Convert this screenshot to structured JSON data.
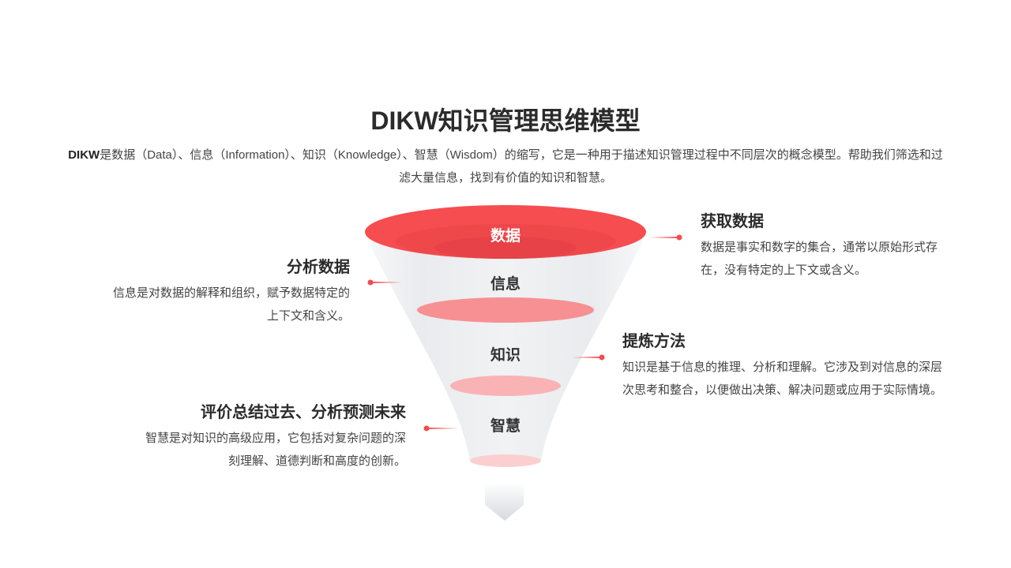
{
  "title": "DIKW知识管理思维模型",
  "description": {
    "bold": "DIKW",
    "text": "是数据（Data）、信息（Information）、知识（Knowledge）、智慧（Wisdom）的缩写，它是一种用于描述知识管理过程中不同层次的概念模型。帮助我们筛选和过滤大量信息，找到有价值的知识和智慧。"
  },
  "funnel": {
    "levels": [
      "数据",
      "信息",
      "知识",
      "智慧"
    ],
    "colors": {
      "accent": "#f44b4f",
      "light": "#f79093",
      "funnel": "#eef0f2"
    }
  },
  "callouts": [
    {
      "title": "获取数据",
      "body": "数据是事实和数字的集合，通常以原始形式存在，没有特定的上下文或含义。"
    },
    {
      "title": "分析数据",
      "body": "信息是对数据的解释和组织，赋予数据特定的上下文和含义。"
    },
    {
      "title": "提炼方法",
      "body": "知识是基于信息的推理、分析和理解。它涉及到对信息的深层次思考和整合，以便做出决策、解决问题或应用于实际情境。"
    },
    {
      "title": "评价总结过去、分析预测未来",
      "body": "智慧是对知识的高级应用，它包括对复杂问题的深刻理解、道德判断和高度的创新。"
    }
  ]
}
